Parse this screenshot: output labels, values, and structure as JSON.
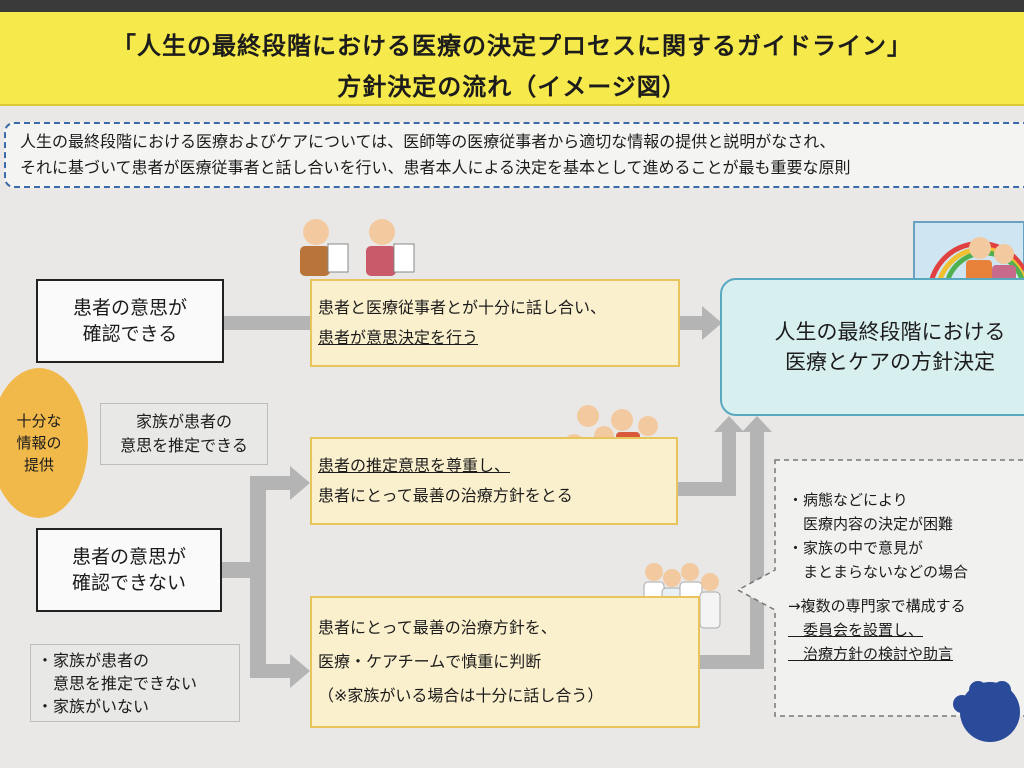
{
  "header": {
    "title_line1": "「人生の最終段階における医療の決定プロセスに関するガイドライン」",
    "title_line2": "方針決定の流れ（イメージ図）"
  },
  "intro": {
    "line1": "人生の最終段階における医療およびケアについては、医師等の医療従事者から適切な情報の提供と説明がなされ、",
    "line2": "それに基づいて患者が医療従事者と話し合いを行い、患者本人による決定を基本として進めることが最も重要な原則"
  },
  "info_oval": {
    "line1": "十分な",
    "line2": "情報の",
    "line3": "提供"
  },
  "can_confirm": {
    "line1": "患者の意思が",
    "line2": "確認できる"
  },
  "cannot_confirm": {
    "line1": "患者の意思が",
    "line2": "確認できない"
  },
  "family_can": {
    "line1": "家族が患者の",
    "line2": "意思を推定できる"
  },
  "family_cannot": {
    "line1": "・家族が患者の",
    "line2": "　意思を推定できない",
    "line3": "・家族がいない"
  },
  "flow1": {
    "line1": "患者と医療従事者とが十分に話し合い、",
    "line2": "患者が意思決定を行う"
  },
  "flow2": {
    "line1": "患者の推定意思を尊重し、",
    "line2": "患者にとって最善の治療方針をとる"
  },
  "flow3": {
    "line1": "患者にとって最善の治療方針を、",
    "line2": "医療・ケアチームで慎重に判断",
    "line3": "（※家族がいる場合は十分に話し合う）"
  },
  "result": {
    "line1": "人生の最終段階における",
    "line2": "医療とケアの方針決定"
  },
  "callout": {
    "line1": "・病態などにより",
    "line2": "　医療内容の決定が困難",
    "line3": "・家族の中で意見が",
    "line4": "　まとまらないなどの場合",
    "line5": "→複数の専門家で構成する",
    "line6": "　委員会を設置し、",
    "line7": "　治療方針の検討や助言"
  },
  "colors": {
    "header_bg": "#f5e94c",
    "oval": "#f0b94a",
    "flow_box": "#faf0cd",
    "result_box": "#d8eff0",
    "arrow": "#b4b4b4",
    "intro_border": "#3a6aa8"
  }
}
